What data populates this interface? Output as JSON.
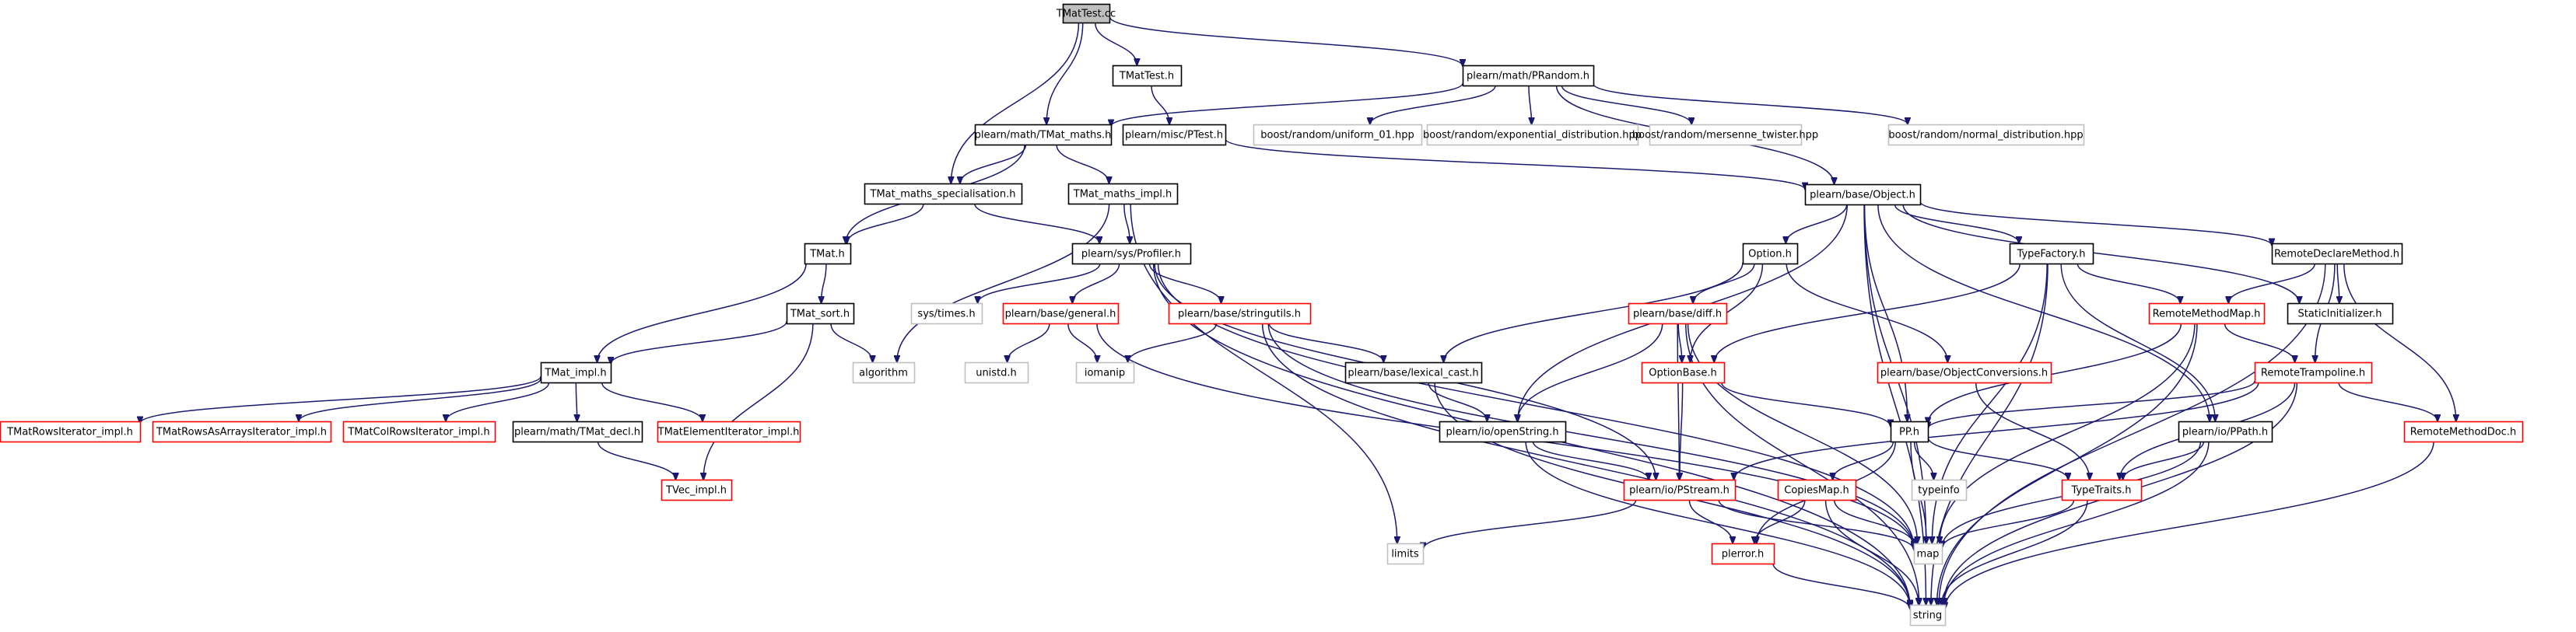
{
  "graph": {
    "nodes": [
      {
        "id": "TMatTest_cc",
        "label": "TMatTest.cc",
        "style": "root"
      },
      {
        "id": "TMatTest_h",
        "label": "TMatTest.h",
        "style": "normal"
      },
      {
        "id": "PRandom_h",
        "label": "plearn/math/PRandom.h",
        "style": "normal"
      },
      {
        "id": "TMat_maths_h",
        "label": "plearn/math/TMat_maths.h",
        "style": "normal"
      },
      {
        "id": "PTest_h",
        "label": "plearn/misc/PTest.h",
        "style": "normal"
      },
      {
        "id": "uniform_01",
        "label": "boost/random/uniform_01.hpp",
        "style": "external"
      },
      {
        "id": "exp_dist",
        "label": "boost/random/exponential_distribution.hpp",
        "style": "external"
      },
      {
        "id": "mersenne",
        "label": "boost/random/mersenne_twister.hpp",
        "style": "external"
      },
      {
        "id": "normal_dist",
        "label": "boost/random/normal_distribution.hpp",
        "style": "external"
      },
      {
        "id": "TMat_maths_spec",
        "label": "TMat_maths_specialisation.h",
        "style": "normal"
      },
      {
        "id": "TMat_maths_impl",
        "label": "TMat_maths_impl.h",
        "style": "normal"
      },
      {
        "id": "Object_h",
        "label": "plearn/base/Object.h",
        "style": "normal"
      },
      {
        "id": "TMat_h",
        "label": "TMat.h",
        "style": "normal"
      },
      {
        "id": "Profiler_h",
        "label": "plearn/sys/Profiler.h",
        "style": "normal"
      },
      {
        "id": "Option_h",
        "label": "Option.h",
        "style": "normal"
      },
      {
        "id": "TypeFactory_h",
        "label": "TypeFactory.h",
        "style": "normal"
      },
      {
        "id": "RemoteDeclareMethod_h",
        "label": "RemoteDeclareMethod.h",
        "style": "normal"
      },
      {
        "id": "TMat_sort_h",
        "label": "TMat_sort.h",
        "style": "normal"
      },
      {
        "id": "sys_times",
        "label": "sys/times.h",
        "style": "external"
      },
      {
        "id": "general_h",
        "label": "plearn/base/general.h",
        "style": "truncated"
      },
      {
        "id": "stringutils_h",
        "label": "plearn/base/stringutils.h",
        "style": "truncated"
      },
      {
        "id": "diff_h",
        "label": "plearn/base/diff.h",
        "style": "truncated"
      },
      {
        "id": "RemoteMethodMap_h",
        "label": "RemoteMethodMap.h",
        "style": "truncated"
      },
      {
        "id": "StaticInitializer_h",
        "label": "StaticInitializer.h",
        "style": "normal"
      },
      {
        "id": "TMat_impl_h",
        "label": "TMat_impl.h",
        "style": "normal"
      },
      {
        "id": "algorithm",
        "label": "algorithm",
        "style": "external"
      },
      {
        "id": "unistd_h",
        "label": "unistd.h",
        "style": "external"
      },
      {
        "id": "iomanip",
        "label": "iomanip",
        "style": "external"
      },
      {
        "id": "lexical_cast_h",
        "label": "plearn/base/lexical_cast.h",
        "style": "normal"
      },
      {
        "id": "OptionBase_h",
        "label": "OptionBase.h",
        "style": "truncated"
      },
      {
        "id": "ObjectConversions_h",
        "label": "plearn/base/ObjectConversions.h",
        "style": "truncated"
      },
      {
        "id": "RemoteTrampoline_h",
        "label": "RemoteTrampoline.h",
        "style": "truncated"
      },
      {
        "id": "TMatRowsIterator",
        "label": "TMatRowsIterator_impl.h",
        "style": "truncated"
      },
      {
        "id": "TMatRowsAsArrays",
        "label": "TMatRowsAsArraysIterator_impl.h",
        "style": "truncated"
      },
      {
        "id": "TMatColRows",
        "label": "TMatColRowsIterator_impl.h",
        "style": "truncated"
      },
      {
        "id": "TMat_decl",
        "label": "plearn/math/TMat_decl.h",
        "style": "normal"
      },
      {
        "id": "TMatElement",
        "label": "TMatElementIterator_impl.h",
        "style": "truncated"
      },
      {
        "id": "openString_h",
        "label": "plearn/io/openString.h",
        "style": "normal"
      },
      {
        "id": "PP_h",
        "label": "PP.h",
        "style": "normal"
      },
      {
        "id": "PPath_h",
        "label": "plearn/io/PPath.h",
        "style": "normal"
      },
      {
        "id": "RemoteMethodDoc_h",
        "label": "RemoteMethodDoc.h",
        "style": "truncated"
      },
      {
        "id": "TVec_impl_h",
        "label": "TVec_impl.h",
        "style": "truncated"
      },
      {
        "id": "PStream_h",
        "label": "plearn/io/PStream.h",
        "style": "truncated"
      },
      {
        "id": "typeinfo",
        "label": "typeinfo",
        "style": "external"
      },
      {
        "id": "CopiesMap_h",
        "label": "CopiesMap.h",
        "style": "truncated"
      },
      {
        "id": "TypeTraits_h",
        "label": "TypeTraits.h",
        "style": "truncated"
      },
      {
        "id": "limits",
        "label": "limits",
        "style": "external"
      },
      {
        "id": "map",
        "label": "map",
        "style": "external"
      },
      {
        "id": "plerror_h",
        "label": "plerror.h",
        "style": "truncated"
      },
      {
        "id": "string",
        "label": "string",
        "style": "external"
      }
    ],
    "edges": [
      [
        "TMatTest_cc",
        "TMatTest_h"
      ],
      [
        "TMatTest_cc",
        "PRandom_h"
      ],
      [
        "TMatTest_cc",
        "TMat_maths_h"
      ],
      [
        "TMatTest_cc",
        "TMat_maths_spec"
      ],
      [
        "TMatTest_h",
        "PTest_h"
      ],
      [
        "PRandom_h",
        "TMat_maths_h"
      ],
      [
        "PRandom_h",
        "uniform_01"
      ],
      [
        "PRandom_h",
        "exp_dist"
      ],
      [
        "PRandom_h",
        "mersenne"
      ],
      [
        "PRandom_h",
        "normal_dist"
      ],
      [
        "PRandom_h",
        "Object_h"
      ],
      [
        "PTest_h",
        "Object_h"
      ],
      [
        "TMat_maths_h",
        "TMat_maths_spec"
      ],
      [
        "TMat_maths_h",
        "TMat_maths_impl"
      ],
      [
        "TMat_maths_h",
        "TMat_h"
      ],
      [
        "TMat_maths_spec",
        "TMat_h"
      ],
      [
        "TMat_maths_spec",
        "Profiler_h"
      ],
      [
        "TMat_maths_impl",
        "Profiler_h"
      ],
      [
        "TMat_maths_impl",
        "algorithm"
      ],
      [
        "TMat_maths_impl",
        "limits"
      ],
      [
        "TMat_h",
        "TMat_sort_h"
      ],
      [
        "TMat_h",
        "TMat_impl_h"
      ],
      [
        "TMat_sort_h",
        "TMat_impl_h"
      ],
      [
        "TMat_sort_h",
        "algorithm"
      ],
      [
        "TMat_sort_h",
        "TVec_impl_h"
      ],
      [
        "TMat_impl_h",
        "TMatRowsIterator"
      ],
      [
        "TMat_impl_h",
        "TMatRowsAsArrays"
      ],
      [
        "TMat_impl_h",
        "TMatColRows"
      ],
      [
        "TMat_impl_h",
        "TMat_decl"
      ],
      [
        "TMat_impl_h",
        "TMatElement"
      ],
      [
        "TMat_decl",
        "TVec_impl_h"
      ],
      [
        "Profiler_h",
        "sys_times"
      ],
      [
        "Profiler_h",
        "general_h"
      ],
      [
        "Profiler_h",
        "stringutils_h"
      ],
      [
        "Profiler_h",
        "PStream_h"
      ],
      [
        "Profiler_h",
        "map"
      ],
      [
        "Profiler_h",
        "string"
      ],
      [
        "general_h",
        "unistd_h"
      ],
      [
        "general_h",
        "iomanip"
      ],
      [
        "general_h",
        "map"
      ],
      [
        "stringutils_h",
        "iomanip"
      ],
      [
        "stringutils_h",
        "lexical_cast_h"
      ],
      [
        "stringutils_h",
        "map"
      ],
      [
        "stringutils_h",
        "string"
      ],
      [
        "Object_h",
        "Option_h"
      ],
      [
        "Object_h",
        "TypeFactory_h"
      ],
      [
        "Object_h",
        "RemoteDeclareMethod_h"
      ],
      [
        "Object_h",
        "StaticInitializer_h"
      ],
      [
        "Object_h",
        "openString_h"
      ],
      [
        "Object_h",
        "PP_h"
      ],
      [
        "Object_h",
        "PPath_h"
      ],
      [
        "Object_h",
        "map"
      ],
      [
        "Object_h",
        "string"
      ],
      [
        "Option_h",
        "diff_h"
      ],
      [
        "Option_h",
        "OptionBase_h"
      ],
      [
        "Option_h",
        "ObjectConversions_h"
      ],
      [
        "Option_h",
        "lexical_cast_h"
      ],
      [
        "diff_h",
        "OptionBase_h"
      ],
      [
        "diff_h",
        "openString_h"
      ],
      [
        "diff_h",
        "PStream_h"
      ],
      [
        "diff_h",
        "map"
      ],
      [
        "diff_h",
        "string"
      ],
      [
        "lexical_cast_h",
        "openString_h"
      ],
      [
        "lexical_cast_h",
        "string"
      ],
      [
        "openString_h",
        "PStream_h"
      ],
      [
        "openString_h",
        "string"
      ],
      [
        "OptionBase_h",
        "PP_h"
      ],
      [
        "OptionBase_h",
        "PStream_h"
      ],
      [
        "ObjectConversions_h",
        "TypeTraits_h"
      ],
      [
        "TypeFactory_h",
        "OptionBase_h"
      ],
      [
        "TypeFactory_h",
        "RemoteMethodMap_h"
      ],
      [
        "TypeFactory_h",
        "PPath_h"
      ],
      [
        "TypeFactory_h",
        "map"
      ],
      [
        "TypeFactory_h",
        "string"
      ],
      [
        "RemoteDeclareMethod_h",
        "RemoteMethodMap_h"
      ],
      [
        "RemoteDeclareMethod_h",
        "StaticInitializer_h"
      ],
      [
        "RemoteDeclareMethod_h",
        "RemoteTrampoline_h"
      ],
      [
        "RemoteDeclareMethod_h",
        "RemoteMethodDoc_h"
      ],
      [
        "RemoteDeclareMethod_h",
        "string"
      ],
      [
        "RemoteMethodMap_h",
        "RemoteTrampoline_h"
      ],
      [
        "RemoteMethodMap_h",
        "PP_h"
      ],
      [
        "RemoteMethodMap_h",
        "map"
      ],
      [
        "RemoteMethodMap_h",
        "string"
      ],
      [
        "RemoteTrampoline_h",
        "PP_h"
      ],
      [
        "RemoteTrampoline_h",
        "PStream_h"
      ],
      [
        "RemoteTrampoline_h",
        "TypeTraits_h"
      ],
      [
        "RemoteTrampoline_h",
        "RemoteMethodDoc_h"
      ],
      [
        "RemoteTrampoline_h",
        "string"
      ],
      [
        "RemoteMethodDoc_h",
        "string"
      ],
      [
        "PP_h",
        "CopiesMap_h"
      ],
      [
        "PP_h",
        "typeinfo"
      ],
      [
        "PP_h",
        "TypeTraits_h"
      ],
      [
        "PP_h",
        "plerror_h"
      ],
      [
        "PP_h",
        "map"
      ],
      [
        "CopiesMap_h",
        "plerror_h"
      ],
      [
        "CopiesMap_h",
        "map"
      ],
      [
        "CopiesMap_h",
        "string"
      ],
      [
        "PPath_h",
        "TypeTraits_h"
      ],
      [
        "PPath_h",
        "map"
      ],
      [
        "PPath_h",
        "string"
      ],
      [
        "TypeTraits_h",
        "map"
      ],
      [
        "TypeTraits_h",
        "string"
      ],
      [
        "PStream_h",
        "limits"
      ],
      [
        "PStream_h",
        "plerror_h"
      ],
      [
        "PStream_h",
        "map"
      ],
      [
        "plerror_h",
        "string"
      ]
    ]
  },
  "colors": {
    "edge": "#191970",
    "root_fill": "#bfbfbf",
    "normal_border": "#000000",
    "truncated_border": "#ff0000",
    "external_border": "#bfbfbf",
    "node_fill": "#ffffff"
  }
}
